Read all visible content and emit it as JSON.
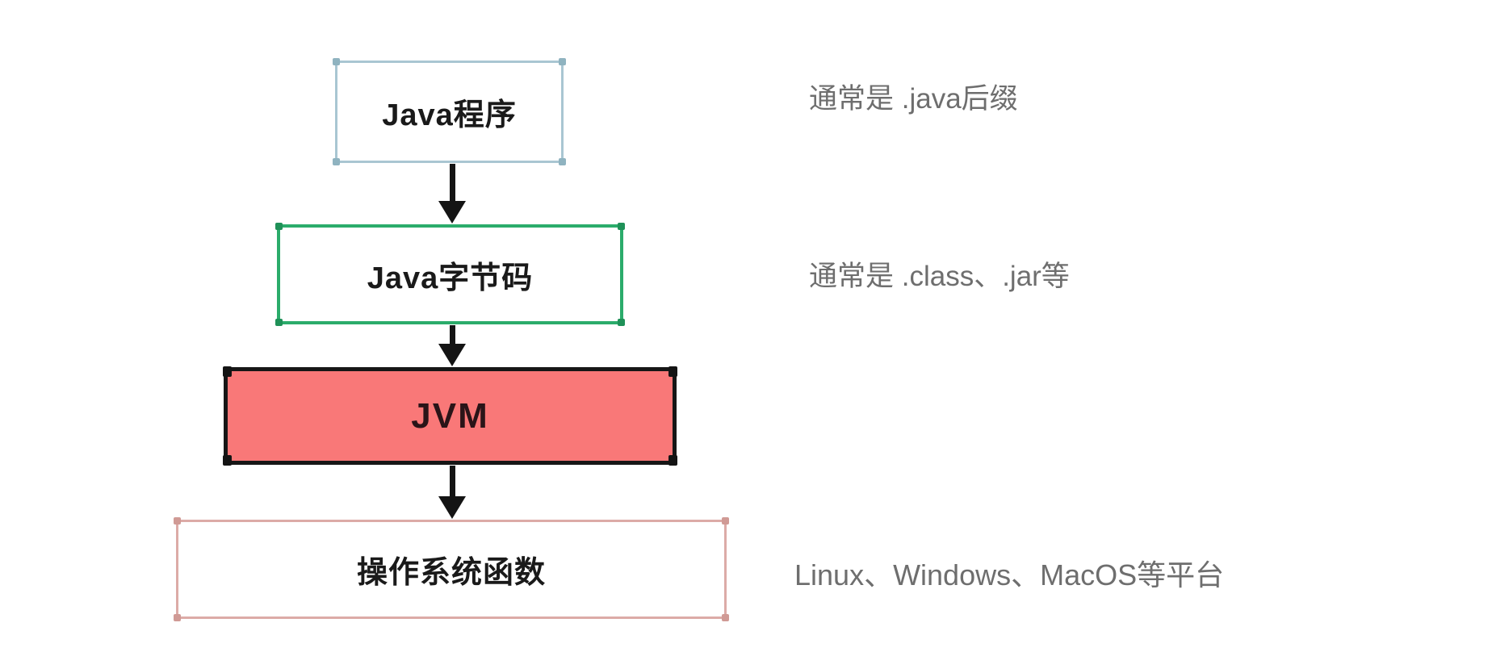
{
  "diagram": {
    "title": "Java program execution flow",
    "arrow_color": "#141414",
    "annotation_color": "#6e6e6e",
    "nodes": [
      {
        "id": "java-program",
        "label": "Java程序",
        "border_color": "#a9c6d2",
        "fill": "#ffffff"
      },
      {
        "id": "java-bytecode",
        "label": "Java字节码",
        "border_color": "#2bac6b",
        "fill": "#ffffff"
      },
      {
        "id": "jvm",
        "label": "JVM",
        "border_color": "#161616",
        "fill": "#f97878"
      },
      {
        "id": "os-functions",
        "label": "操作系统函数",
        "border_color": "#dcaba7",
        "fill": "#ffffff"
      }
    ],
    "edges": [
      {
        "from": "java-program",
        "to": "java-bytecode"
      },
      {
        "from": "java-bytecode",
        "to": "jvm"
      },
      {
        "from": "jvm",
        "to": "os-functions"
      }
    ],
    "annotations": [
      {
        "for": "java-program",
        "text": "通常是 .java后缀"
      },
      {
        "for": "java-bytecode",
        "text": "通常是 .class、.jar等"
      },
      {
        "for": "os-functions",
        "text": "Linux、Windows、MacOS等平台"
      }
    ]
  }
}
